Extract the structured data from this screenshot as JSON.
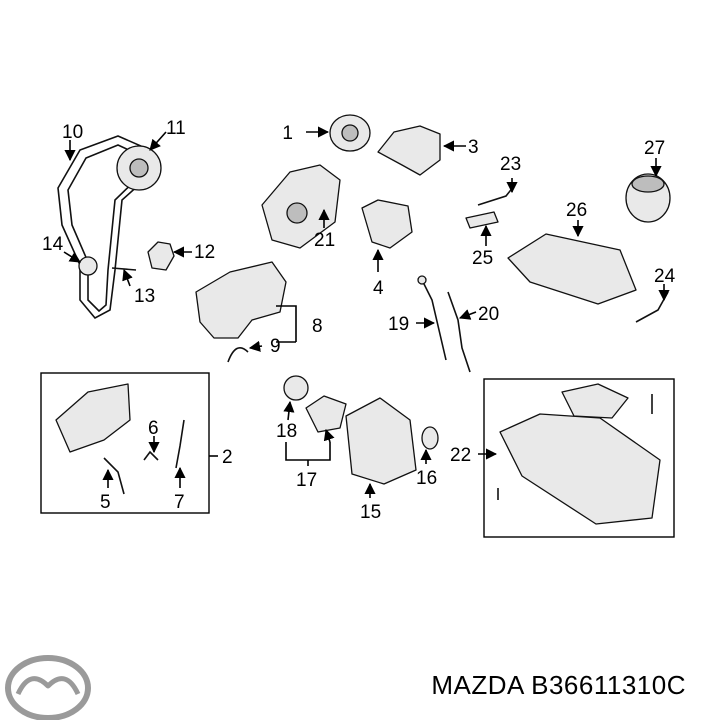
{
  "diagram": {
    "callouts": [
      "1",
      "2",
      "3",
      "4",
      "5",
      "6",
      "7",
      "8",
      "9",
      "10",
      "11",
      "12",
      "13",
      "14",
      "15",
      "16",
      "17",
      "18",
      "19",
      "20",
      "21",
      "22",
      "23",
      "24",
      "25",
      "26",
      "27"
    ]
  },
  "footer": {
    "brand": "MAZDA",
    "part_number": "B36611310C"
  }
}
